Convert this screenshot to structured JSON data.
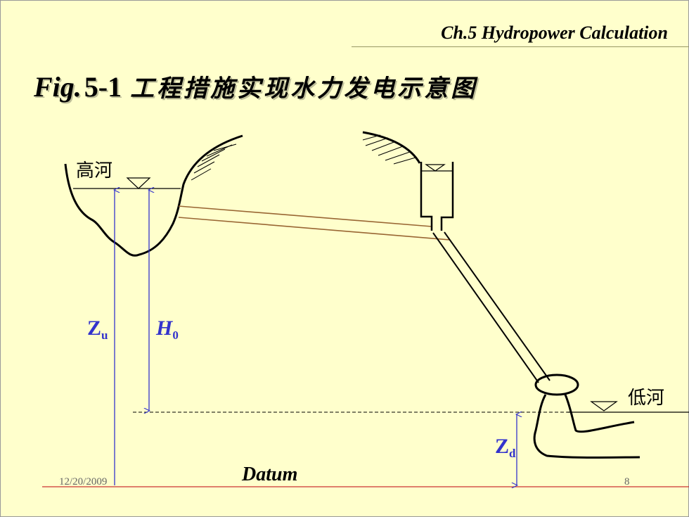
{
  "header": {
    "chapter": "Ch.5 Hydropower Calculation"
  },
  "title": {
    "fig": "Fig.",
    "number": "5-1",
    "text": "工程措施实现水力发电示意图"
  },
  "labels": {
    "upper_river": "高河",
    "lower_river": "低河",
    "zu_main": "Z",
    "zu_sub": "u",
    "h0_main": "H",
    "h0_sub": "0",
    "zd_main": "Z",
    "zd_sub": "d",
    "datum": "Datum"
  },
  "footer": {
    "date": "12/20/2009",
    "page": "8"
  },
  "colors": {
    "background": "#FFFFCC",
    "pipe": "#996633",
    "dimension": "#3333CC",
    "datum_line": "#CC3333"
  }
}
